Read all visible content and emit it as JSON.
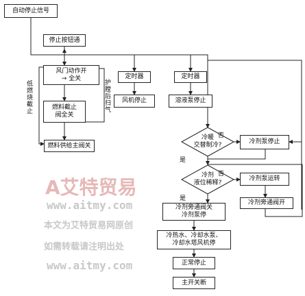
{
  "nodes": {
    "auto_stop_signal": "自动停止信号",
    "stop_button": "停止按钮通",
    "damper_action": "风门动作开\n→ 全关",
    "fuel_cutoff": "燃料截止\n阀全关",
    "fuel_main_valve": "燃料供给主阀关",
    "timer_fan": "定时器",
    "fan_stop": "风机停止",
    "timer_pump": "定时器",
    "solution_pump_stop": "溶液泵停止",
    "dilution_decision": "冷暖\n交替制冷?",
    "refrigerant_pump_stop": "冷剂泵停止",
    "level_decision": "冷剂\n液位稀释?",
    "refrigerant_pump_run": "冷剂泵运转",
    "bypass_open": "冷剂旁通阀开",
    "bypass_close_pump_stop": "冷剂旁通阀关\n冷剂泵停",
    "water_pumps_stop": "冷热水、冷却水泵、\n冷却水塔风机停",
    "normal_stop": "正常停止",
    "main_switch_off": "主开关断"
  },
  "side_labels": {
    "low_fire_cut": "低\n燃\n烧\n截\n止",
    "furnace_purge": "护\n膛\n后\n扫\n气"
  },
  "edge_labels": {
    "dilution_no": "否",
    "dilution_yes": "是",
    "level_no": "否",
    "level_yes": "是"
  },
  "watermark": {
    "logo": "A艾特贸易",
    "url1": "www.aitmy.com",
    "line1": "本文为艾特贸易网原创",
    "line2": "如需转载请注明出处",
    "url2": "www.aitmy.com"
  },
  "colors": {
    "line": "#222222",
    "watermark_red": "#e6b8b8",
    "watermark_gray": "#c8c8c8"
  }
}
